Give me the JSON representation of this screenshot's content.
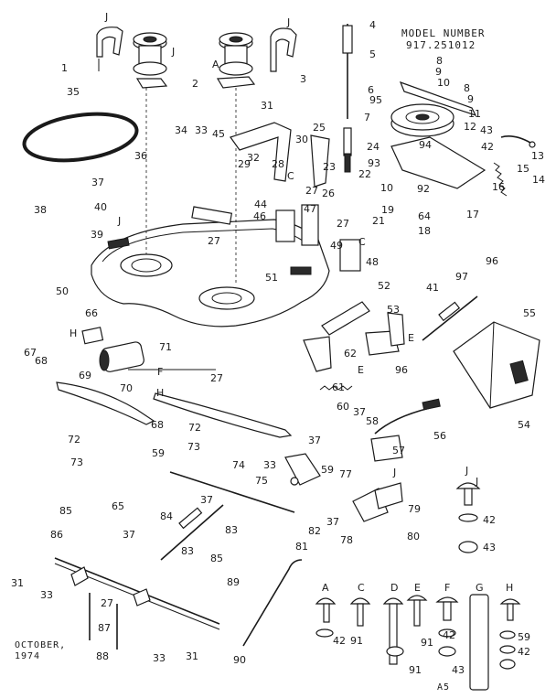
{
  "header": {
    "model_label": "MODEL NUMBER",
    "model_number": "917.251012"
  },
  "footer": {
    "date_line1": "OCTOBER,",
    "date_line2": "1974",
    "page_code": "A5"
  },
  "callouts": [
    {
      "id": "c1",
      "text": "1"
    },
    {
      "id": "c2",
      "text": "2"
    },
    {
      "id": "c3",
      "text": "3"
    },
    {
      "id": "c4",
      "text": "4"
    },
    {
      "id": "c5",
      "text": "5"
    },
    {
      "id": "c6",
      "text": "6"
    },
    {
      "id": "c7",
      "text": "7"
    },
    {
      "id": "c8a",
      "text": "8"
    },
    {
      "id": "c8b",
      "text": "8"
    },
    {
      "id": "c9a",
      "text": "9"
    },
    {
      "id": "c9b",
      "text": "9"
    },
    {
      "id": "c10",
      "text": "10"
    },
    {
      "id": "c10b",
      "text": "10"
    },
    {
      "id": "c11",
      "text": "11"
    },
    {
      "id": "c12",
      "text": "12"
    },
    {
      "id": "c13",
      "text": "13"
    },
    {
      "id": "c14",
      "text": "14"
    },
    {
      "id": "c15",
      "text": "15"
    },
    {
      "id": "c16",
      "text": "16"
    },
    {
      "id": "c17",
      "text": "17"
    },
    {
      "id": "c18",
      "text": "18"
    },
    {
      "id": "c19",
      "text": "19"
    },
    {
      "id": "c21",
      "text": "21"
    },
    {
      "id": "c22",
      "text": "22"
    },
    {
      "id": "c23",
      "text": "23"
    },
    {
      "id": "c24",
      "text": "24"
    },
    {
      "id": "c25",
      "text": "25"
    },
    {
      "id": "c26",
      "text": "26"
    },
    {
      "id": "c27a",
      "text": "27"
    },
    {
      "id": "c27b",
      "text": "27"
    },
    {
      "id": "c27c",
      "text": "27"
    },
    {
      "id": "c27d",
      "text": "27"
    },
    {
      "id": "c27e",
      "text": "27"
    },
    {
      "id": "c28",
      "text": "28"
    },
    {
      "id": "c29",
      "text": "29"
    },
    {
      "id": "c30",
      "text": "30"
    },
    {
      "id": "c31a",
      "text": "31"
    },
    {
      "id": "c31b",
      "text": "31"
    },
    {
      "id": "c31c",
      "text": "31"
    },
    {
      "id": "c32",
      "text": "32"
    },
    {
      "id": "c33a",
      "text": "33"
    },
    {
      "id": "c33b",
      "text": "33"
    },
    {
      "id": "c33c",
      "text": "33"
    },
    {
      "id": "c33d",
      "text": "33"
    },
    {
      "id": "c34",
      "text": "34"
    },
    {
      "id": "c35",
      "text": "35"
    },
    {
      "id": "c36",
      "text": "36"
    },
    {
      "id": "c37a",
      "text": "37"
    },
    {
      "id": "c37b",
      "text": "37"
    },
    {
      "id": "c37c",
      "text": "37"
    },
    {
      "id": "c37d",
      "text": "37"
    },
    {
      "id": "c37e",
      "text": "37"
    },
    {
      "id": "c37f",
      "text": "37"
    },
    {
      "id": "c38",
      "text": "38"
    },
    {
      "id": "c39",
      "text": "39"
    },
    {
      "id": "c40",
      "text": "40"
    },
    {
      "id": "c41",
      "text": "41"
    },
    {
      "id": "c42a",
      "text": "42"
    },
    {
      "id": "c42b",
      "text": "42"
    },
    {
      "id": "c42c",
      "text": "42"
    },
    {
      "id": "c42d",
      "text": "42"
    },
    {
      "id": "c42e",
      "text": "42"
    },
    {
      "id": "c43a",
      "text": "43"
    },
    {
      "id": "c43b",
      "text": "43"
    },
    {
      "id": "c43c",
      "text": "43"
    },
    {
      "id": "c44",
      "text": "44"
    },
    {
      "id": "c45",
      "text": "45"
    },
    {
      "id": "c46",
      "text": "46"
    },
    {
      "id": "c47",
      "text": "47"
    },
    {
      "id": "c48",
      "text": "48"
    },
    {
      "id": "c49",
      "text": "49"
    },
    {
      "id": "c50",
      "text": "50"
    },
    {
      "id": "c51",
      "text": "51"
    },
    {
      "id": "c52",
      "text": "52"
    },
    {
      "id": "c53",
      "text": "53"
    },
    {
      "id": "c54",
      "text": "54"
    },
    {
      "id": "c55",
      "text": "55"
    },
    {
      "id": "c56",
      "text": "56"
    },
    {
      "id": "c57",
      "text": "57"
    },
    {
      "id": "c58",
      "text": "58"
    },
    {
      "id": "c59a",
      "text": "59"
    },
    {
      "id": "c59b",
      "text": "59"
    },
    {
      "id": "c59c",
      "text": "59"
    },
    {
      "id": "c60",
      "text": "60"
    },
    {
      "id": "c61",
      "text": "61"
    },
    {
      "id": "c62",
      "text": "62"
    },
    {
      "id": "c64",
      "text": "64"
    },
    {
      "id": "c65",
      "text": "65"
    },
    {
      "id": "c66",
      "text": "66"
    },
    {
      "id": "c67",
      "text": "67"
    },
    {
      "id": "c68a",
      "text": "68"
    },
    {
      "id": "c68b",
      "text": "68"
    },
    {
      "id": "c69",
      "text": "69"
    },
    {
      "id": "c70",
      "text": "70"
    },
    {
      "id": "c71",
      "text": "71"
    },
    {
      "id": "c72a",
      "text": "72"
    },
    {
      "id": "c72b",
      "text": "72"
    },
    {
      "id": "c73a",
      "text": "73"
    },
    {
      "id": "c73b",
      "text": "73"
    },
    {
      "id": "c74",
      "text": "74"
    },
    {
      "id": "c75",
      "text": "75"
    },
    {
      "id": "c77",
      "text": "77"
    },
    {
      "id": "c78",
      "text": "78"
    },
    {
      "id": "c79",
      "text": "79"
    },
    {
      "id": "c80",
      "text": "80"
    },
    {
      "id": "c81",
      "text": "81"
    },
    {
      "id": "c82",
      "text": "82"
    },
    {
      "id": "c83a",
      "text": "83"
    },
    {
      "id": "c83b",
      "text": "83"
    },
    {
      "id": "c84",
      "text": "84"
    },
    {
      "id": "c85a",
      "text": "85"
    },
    {
      "id": "c85b",
      "text": "85"
    },
    {
      "id": "c86",
      "text": "86"
    },
    {
      "id": "c87",
      "text": "87"
    },
    {
      "id": "c88",
      "text": "88"
    },
    {
      "id": "c89",
      "text": "89"
    },
    {
      "id": "c90",
      "text": "90"
    },
    {
      "id": "c91a",
      "text": "91"
    },
    {
      "id": "c91b",
      "text": "91"
    },
    {
      "id": "c91c",
      "text": "91"
    },
    {
      "id": "c92",
      "text": "92"
    },
    {
      "id": "c93",
      "text": "93"
    },
    {
      "id": "c94",
      "text": "94"
    },
    {
      "id": "c95",
      "text": "95"
    },
    {
      "id": "c96a",
      "text": "96"
    },
    {
      "id": "c96b",
      "text": "96"
    },
    {
      "id": "c97",
      "text": "97"
    }
  ],
  "letters": [
    {
      "id": "lJ1",
      "text": "J"
    },
    {
      "id": "lJ2",
      "text": "J"
    },
    {
      "id": "lJ3",
      "text": "J"
    },
    {
      "id": "lJ4",
      "text": "J"
    },
    {
      "id": "lJ5",
      "text": "J"
    },
    {
      "id": "lJ6",
      "text": "J"
    },
    {
      "id": "lA",
      "text": "A"
    },
    {
      "id": "lC1",
      "text": "C"
    },
    {
      "id": "lC2",
      "text": "C"
    },
    {
      "id": "lH1",
      "text": "H"
    },
    {
      "id": "lH2",
      "text": "H"
    },
    {
      "id": "lE1",
      "text": "E"
    },
    {
      "id": "lE2",
      "text": "E"
    },
    {
      "id": "lF",
      "text": "F"
    }
  ],
  "legend_keys": [
    {
      "id": "kA",
      "text": "A"
    },
    {
      "id": "kC",
      "text": "C"
    },
    {
      "id": "kD",
      "text": "D"
    },
    {
      "id": "kE",
      "text": "E"
    },
    {
      "id": "kF",
      "text": "F"
    },
    {
      "id": "kG",
      "text": "G"
    },
    {
      "id": "kH",
      "text": "H"
    },
    {
      "id": "kJ",
      "text": "J"
    }
  ]
}
